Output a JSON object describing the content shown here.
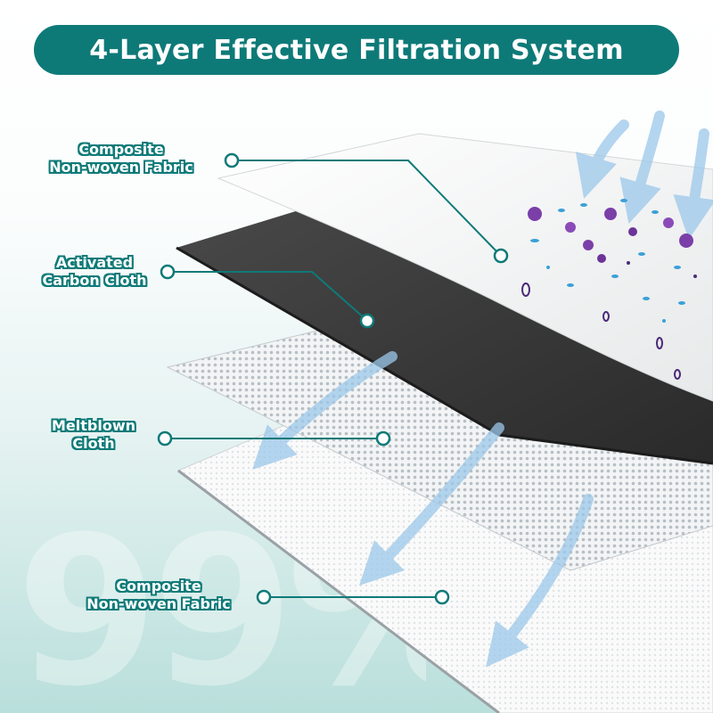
{
  "banner": {
    "title": "4-Layer Effective Filtration System"
  },
  "watermark": {
    "text": "99%"
  },
  "layers": [
    {
      "line1": "Composite",
      "line2": "Non-woven Fabric"
    },
    {
      "line1": "Activated",
      "line2": "Carbon Cloth"
    },
    {
      "line1": "Meltblown",
      "line2": "Cloth"
    },
    {
      "line1": "Composite",
      "line2": "Non-woven Fabric"
    }
  ],
  "colors": {
    "accent": "#0e7a78",
    "particle_purple": "#7b3fa8",
    "particle_blue": "#3aa0d8",
    "arrow_blue": "#9cc8ea"
  }
}
